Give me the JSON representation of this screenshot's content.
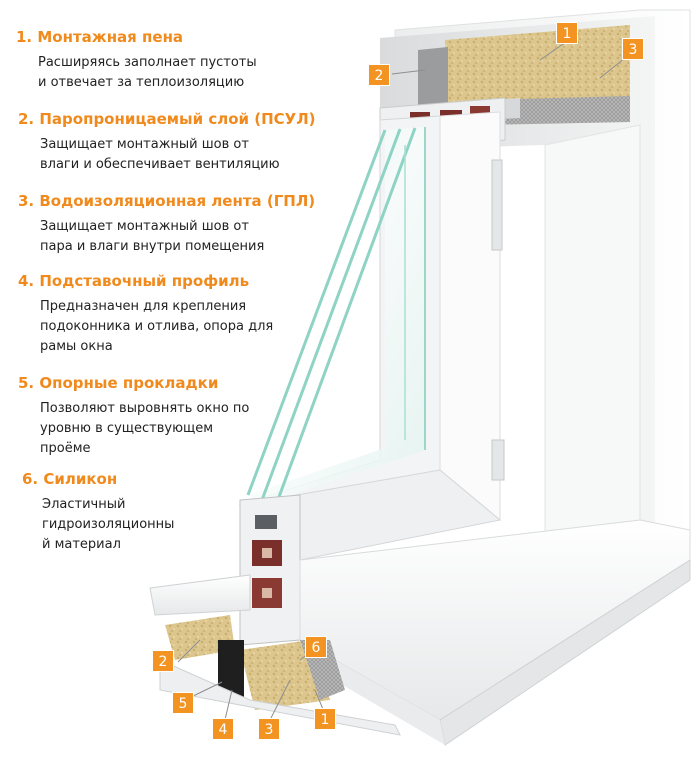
{
  "legend": {
    "items": [
      {
        "title": "1. Монтажная пена",
        "desc": "Расширяясь заполнает пустоты\nи отвечает за теплоизоляцию"
      },
      {
        "title": "2. Паропроницаемый слой (ПСУЛ)",
        "desc": "Защищает монтажный  шов от\nвлаги и обеспечивает вентиляцию"
      },
      {
        "title": "3. Водоизоляционная лента (ГПЛ)",
        "desc": "Защищает монтажный шов от\nпара и влаги внутри помещения"
      },
      {
        "title": "4. Подставочный профиль",
        "desc": "Предназначен для крепления\nподоконника и отлива, опора для\nрамы окна"
      },
      {
        "title": "5. Опорные прокладки",
        "desc": "Позволяют выровнять окно по\nуровню в существующем\nпроёме"
      },
      {
        "title": "6. Силикон",
        "desc": "Эластичный\nгидроизоляционны\nй материал"
      }
    ]
  },
  "callouts": {
    "top": [
      "1",
      "2",
      "3"
    ],
    "bottom": [
      "2",
      "5",
      "4",
      "3",
      "6",
      "1"
    ]
  },
  "colors": {
    "accent": "#f39322",
    "title_text": "#f08a1c",
    "body_text": "#222222",
    "glass": "#8fd3c4",
    "foam": "#d9c48c",
    "pvc": "#f2f3f4",
    "gasket": "#7a2f2a"
  }
}
